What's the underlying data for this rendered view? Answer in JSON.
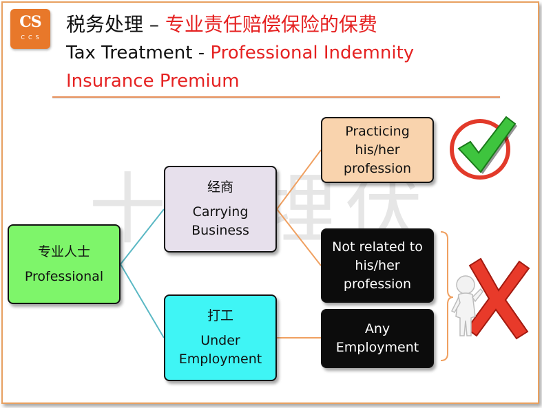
{
  "logo": {
    "text": "CS",
    "subtext": "CCS"
  },
  "title": {
    "line1_black": "税务处理 – ",
    "line1_red": "专业责任赔偿保险的保费",
    "line2_black": "Tax Treatment - ",
    "line2_red": "Professional Indemnity",
    "line3_red": "Insurance Premium"
  },
  "watermark": "十面埋伏",
  "nodes": {
    "professional": {
      "cn": "专业人士",
      "en": "Professional"
    },
    "business": {
      "cn": "经商",
      "en": "Carrying Business"
    },
    "employment": {
      "cn": "打工",
      "en": "Under Employment"
    },
    "practicing": {
      "en": "Practicing his/her profession"
    },
    "not_related": {
      "en": "Not related to his/her profession"
    },
    "any_employment": {
      "en": "Any Employment"
    }
  },
  "icons": {
    "check": "green-checkmark-icon",
    "cross": "red-cross-figure-icon"
  },
  "colors": {
    "accent_red": "#e52222",
    "rule": "#e8915c",
    "professional_fill": "#7ef56a",
    "business_fill": "#e7e0ec",
    "employment_fill": "#3ff5f5",
    "practicing_fill": "#f9d3ad",
    "dark_fill": "#0c0c0c",
    "connector_teal": "#5ab8c4",
    "connector_orange": "#f0a060"
  }
}
